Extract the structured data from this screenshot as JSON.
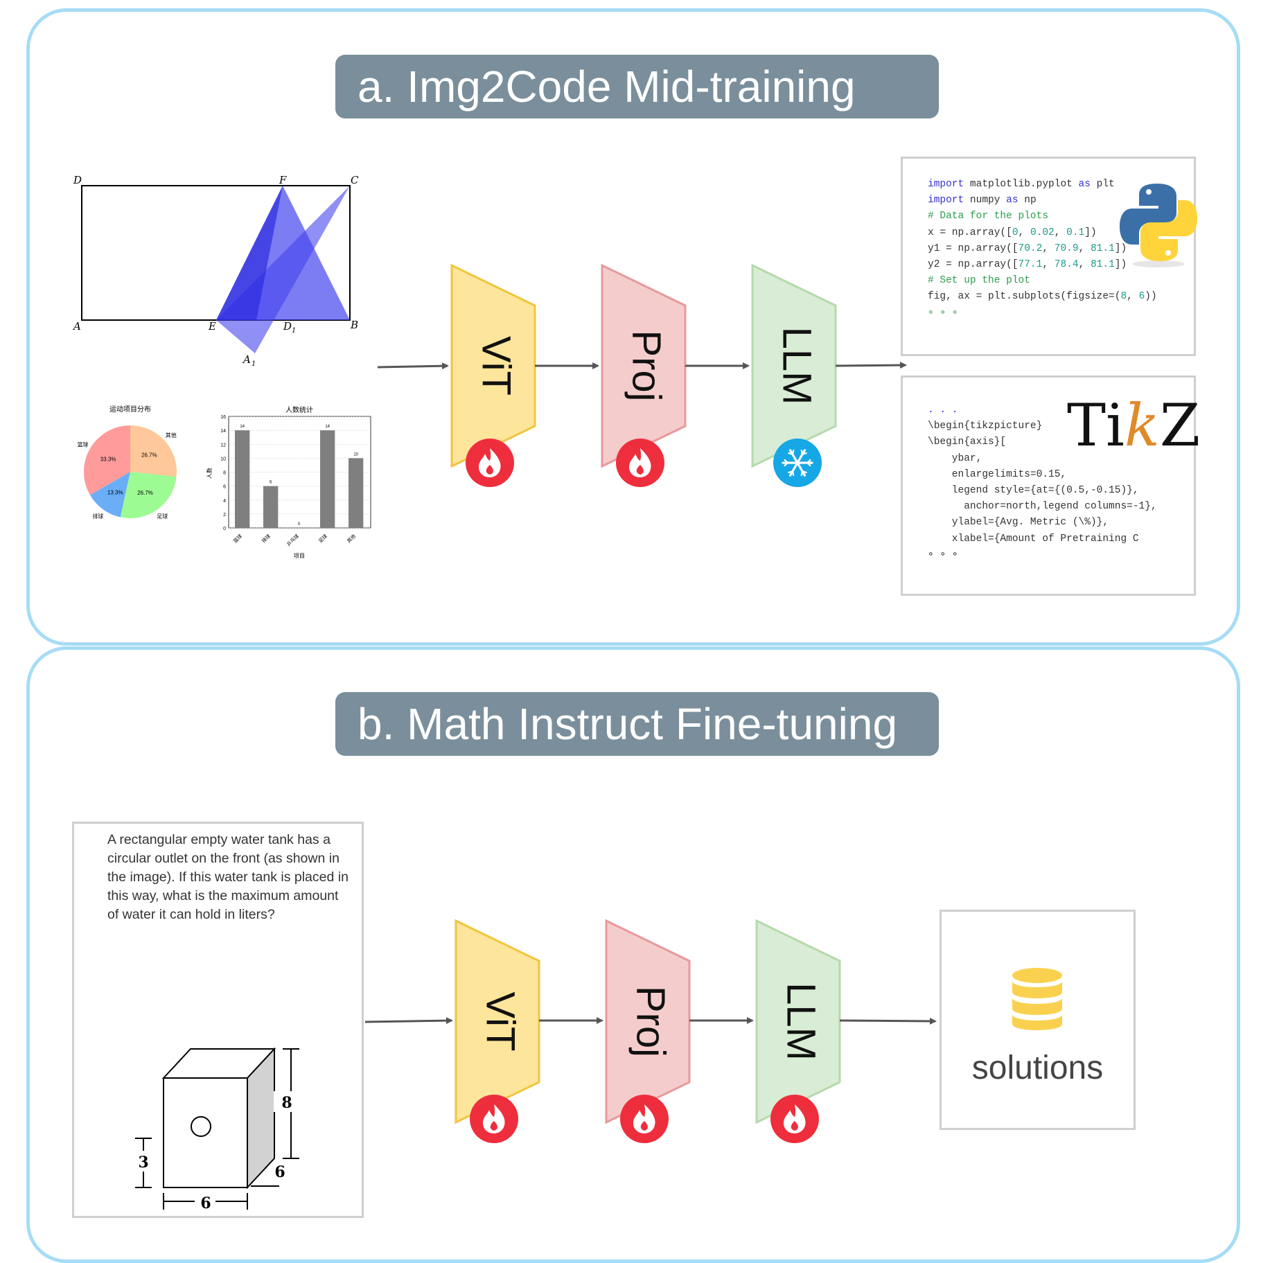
{
  "panel_a": {
    "title": "a. Img2Code Mid-training",
    "geometry_labels": {
      "D": "D",
      "F": "F",
      "C": "C",
      "A": "A",
      "E": "E",
      "D1": "D",
      "D1_sub": "1",
      "B": "B",
      "A1": "A",
      "A1_sub": "1"
    },
    "pie_chart": {
      "title": "运动项目分布",
      "slices": [
        {
          "label": "其他",
          "percent_text": "26.7%",
          "value": 26.7,
          "color": "#ffc89a"
        },
        {
          "label": "足球",
          "percent_text": "26.7%",
          "value": 26.7,
          "color": "#9dfb94"
        },
        {
          "label": "排球",
          "percent_text": "13.3%",
          "value": 13.3,
          "color": "#6aaef8"
        },
        {
          "label": "篮球",
          "percent_text": "33.3%",
          "value": 33.3,
          "color": "#ff9b9b"
        }
      ]
    },
    "bar_chart": {
      "title": "人数统计",
      "xlabel": "项目",
      "ylabel": "人数",
      "yticks": [
        "0",
        "2",
        "4",
        "6",
        "8",
        "10",
        "12",
        "14",
        "16"
      ],
      "categories": [
        "篮球",
        "排球",
        "乒乓球",
        "足球",
        "其他"
      ],
      "values": [
        14,
        6,
        0,
        14,
        10
      ],
      "value_labels": [
        "14",
        "6",
        "0",
        "14",
        "10"
      ]
    },
    "modules": [
      {
        "label": "ViT",
        "state": "trainable",
        "color": "#fde59b",
        "stroke": "#f2c43e"
      },
      {
        "label": "Proj",
        "state": "trainable",
        "color": "#f5cccc",
        "stroke": "#e8999b"
      },
      {
        "label": "LLM",
        "state": "frozen",
        "color": "#d9ecd5",
        "stroke": "#b6d9ac"
      }
    ],
    "python_code": {
      "lines": [
        [
          {
            "t": "import",
            "c": "kw"
          },
          {
            "t": " matplotlib.pyplot ",
            "c": ""
          },
          {
            "t": "as",
            "c": "kw"
          },
          {
            "t": " plt",
            "c": ""
          }
        ],
        [
          {
            "t": "import",
            "c": "kw"
          },
          {
            "t": " numpy ",
            "c": ""
          },
          {
            "t": "as",
            "c": "kw"
          },
          {
            "t": " np",
            "c": ""
          }
        ],
        [
          {
            "t": "# Data for the plots",
            "c": "cm"
          }
        ],
        [
          {
            "t": "x = np.array([",
            "c": ""
          },
          {
            "t": "0",
            "c": "nm"
          },
          {
            "t": ", ",
            "c": ""
          },
          {
            "t": "0.02",
            "c": "nm"
          },
          {
            "t": ", ",
            "c": ""
          },
          {
            "t": "0.1",
            "c": "nm"
          },
          {
            "t": "])",
            "c": ""
          }
        ],
        [
          {
            "t": "y1 = np.array([",
            "c": ""
          },
          {
            "t": "70.2",
            "c": "nm"
          },
          {
            "t": ", ",
            "c": ""
          },
          {
            "t": "70.9",
            "c": "nm"
          },
          {
            "t": ", ",
            "c": ""
          },
          {
            "t": "81.1",
            "c": "nm"
          },
          {
            "t": "])",
            "c": ""
          }
        ],
        [
          {
            "t": "y2 = np.array([",
            "c": ""
          },
          {
            "t": "77.1",
            "c": "nm"
          },
          {
            "t": ", ",
            "c": ""
          },
          {
            "t": "78.4",
            "c": "nm"
          },
          {
            "t": ", ",
            "c": ""
          },
          {
            "t": "81.1",
            "c": "nm"
          },
          {
            "t": "])",
            "c": ""
          }
        ],
        [
          {
            "t": "# Set up the plot",
            "c": "cm"
          }
        ],
        [
          {
            "t": "fig, ax = plt.subplots(figsize=(",
            "c": ""
          },
          {
            "t": "8",
            "c": "nm"
          },
          {
            "t": ", ",
            "c": ""
          },
          {
            "t": "6",
            "c": "nm"
          },
          {
            "t": "))",
            "c": ""
          }
        ],
        [
          {
            "t": "∘ ∘ ∘",
            "c": "cm"
          }
        ]
      ]
    },
    "tikz_logo": {
      "T": "Ti",
      "k": "k",
      "Z": "Z"
    },
    "tikz_code": {
      "lines": [
        [
          {
            "t": ". . .",
            "c": "kw"
          }
        ],
        [
          {
            "t": "\\begin{tikzpicture}",
            "c": ""
          }
        ],
        [
          {
            "t": "\\begin{axis}[",
            "c": ""
          }
        ],
        [
          {
            "t": "    ybar,",
            "c": ""
          }
        ],
        [
          {
            "t": "    enlargelimits=0.15,",
            "c": ""
          }
        ],
        [
          {
            "t": "    legend style={at={(0.5,-0.15)},",
            "c": ""
          }
        ],
        [
          {
            "t": "      anchor=north,legend columns=-1},",
            "c": ""
          }
        ],
        [
          {
            "t": "    ylabel={Avg. Metric (\\%)},",
            "c": ""
          }
        ],
        [
          {
            "t": "    xlabel={Amount of Pretraining C",
            "c": ""
          }
        ],
        [
          {
            "t": "∘ ∘ ∘",
            "c": ""
          }
        ]
      ]
    }
  },
  "panel_b": {
    "title": "b. Math Instruct Fine-tuning",
    "problem_text": "A rectangular empty water tank has a circular outlet on the front (as shown in the image). If this water tank is placed in this way, what is the maximum amount of water it can hold in liters?",
    "dimensions": {
      "height": "8",
      "depth": "6",
      "width": "6",
      "outlet_height": "3"
    },
    "modules": [
      {
        "label": "ViT",
        "state": "trainable",
        "color": "#fde59b",
        "stroke": "#f2c43e"
      },
      {
        "label": "Proj",
        "state": "trainable",
        "color": "#f5cccc",
        "stroke": "#e8999b"
      },
      {
        "label": "LLM",
        "state": "trainable",
        "color": "#d9ecd5",
        "stroke": "#b6d9ac"
      }
    ],
    "output_label": "solutions"
  },
  "colors": {
    "panel_border": "#a6dcf5",
    "banner": "#7a8f9b",
    "flame": "#ee2e3c",
    "snow": "#16a7e6",
    "arrow": "#555555",
    "geometry_fill": "#4444ee"
  }
}
